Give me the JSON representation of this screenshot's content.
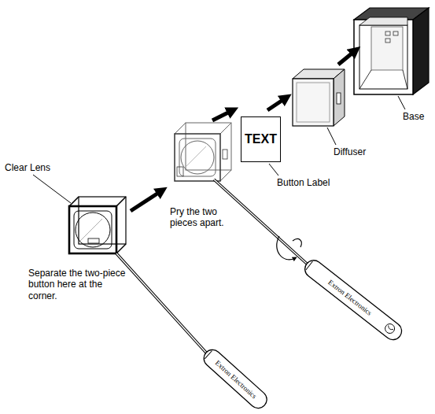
{
  "diagram": {
    "nodes": [
      {
        "text": [
          "TEXT"
        ]
      }
    ],
    "labels": [
      "Clear Lens",
      "Separate the two-piece button here at the corner.",
      "Pry the two pieces apart.",
      "Button Label",
      "Diffuser",
      "Base",
      "Extron Electronics",
      "Extron Electronics"
    ]
  }
}
